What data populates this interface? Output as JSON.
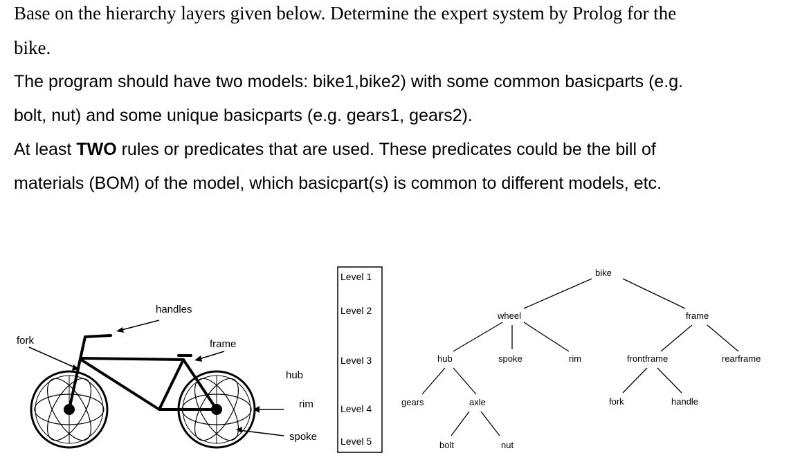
{
  "question": {
    "line1": "Base on the hierarchy layers given below. Determine the expert system by Prolog for the",
    "line2": "bike.",
    "line3": "The program should have two models: bike1,bike2) with some common basicparts (e.g.",
    "line4": "bolt, nut) and some unique basicparts (e.g. gears1, gears2).",
    "line5_before": "At least ",
    "line5_bold": "TWO",
    "line5_after": " rules or predicates that are used. These predicates could be the bill of",
    "line6": "materials (BOM) of the model, which basicpart(s) is common to different models, etc."
  },
  "bike_labels": {
    "handles": "handles",
    "fork": "fork",
    "frame": "frame",
    "hub": "hub",
    "rim": "rim",
    "spoke": "spoke"
  },
  "levels": [
    "Level 1",
    "Level 2",
    "Level 3",
    "Level 4",
    "Level 5"
  ],
  "tree": {
    "bike": "bike",
    "wheel": "wheel",
    "frame": "frame",
    "hub": "hub",
    "spoke": "spoke",
    "rim": "rim",
    "frontframe": "frontframe",
    "rearframe": "rearframe",
    "gears": "gears",
    "axle": "axle",
    "fork": "fork",
    "handle": "handle",
    "bolt": "bolt",
    "nut": "nut"
  }
}
